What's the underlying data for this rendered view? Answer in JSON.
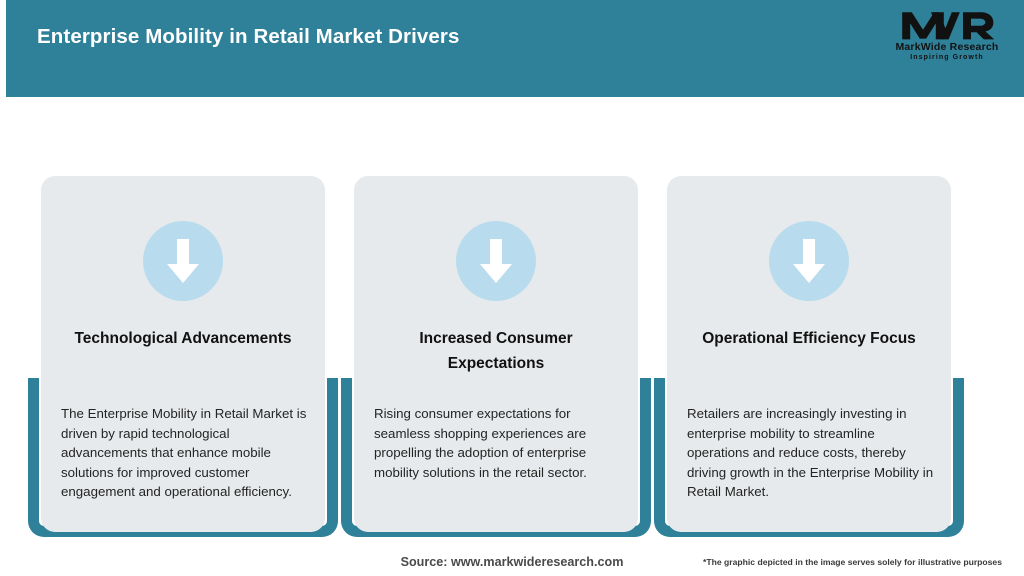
{
  "header": {
    "title": "Enterprise Mobility in Retail Market Drivers",
    "background_color": "#2f8099",
    "logo": {
      "mark_text": "MWR",
      "company_name": "MarkWide Research",
      "tagline": "Inspiring Growth"
    }
  },
  "theme": {
    "teal": "#2f8099",
    "card_background": "#e7eaec",
    "icon_circle": "#b8dced",
    "arrow": "#ffffff"
  },
  "cards": [
    {
      "icon": "arrow-down-icon",
      "title": "Technological Advancements",
      "body": "The Enterprise Mobility in Retail Market is driven by rapid technological advancements that enhance mobile solutions for improved customer engagement and operational efficiency."
    },
    {
      "icon": "arrow-down-icon",
      "title": "Increased Consumer Expectations",
      "body": "Rising consumer expectations for seamless shopping experiences are propelling the adoption of enterprise mobility solutions in the retail sector."
    },
    {
      "icon": "arrow-down-icon",
      "title": "Operational Efficiency Focus",
      "body": "Retailers are increasingly investing in enterprise mobility to streamline operations and reduce costs, thereby driving growth in the Enterprise Mobility in Retail Market."
    }
  ],
  "footer": {
    "source": "Source: www.markwideresearch.com",
    "disclaimer": "*The graphic depicted in the image serves solely for illustrative purposes"
  }
}
